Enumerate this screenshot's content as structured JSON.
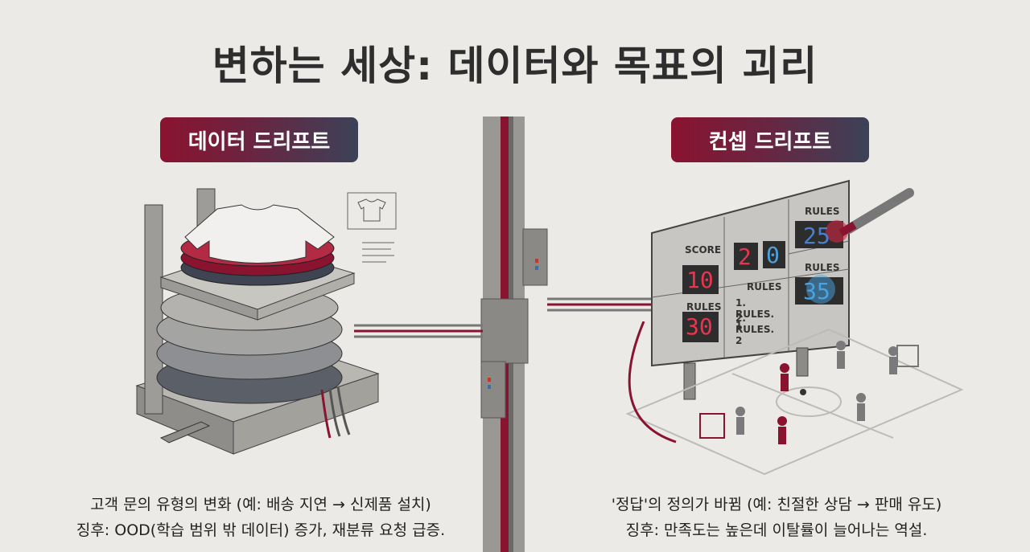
{
  "title": "변하는 세상: 데이터와 목표의 괴리",
  "left": {
    "badge": "데이터 드리프트",
    "caption_line1": "고객 문의 유형의 변화 (예: 배송 지연 → 신제품 설치)",
    "caption_line2": "징후: OOD(학습 범위 밖 데이터) 증가, 재분류 요청 급증."
  },
  "right": {
    "badge": "컨셉 드리프트",
    "caption_line1": "'정답'의 정의가 바뀜 (예: 친절한 상담 → 판매 유도)",
    "caption_line2": "징후: 만족도는 높은데 이탈률이 늘어나는 역설.",
    "scoreboard": {
      "score_label": "SCORE",
      "score_value": "10",
      "match_left": "2",
      "match_right": "0",
      "rules_label_top": "RULES",
      "rules_value_top": "25",
      "rules_label_mid": "RULES",
      "rules_list_1": "1. RULES. 1",
      "rules_list_2": "2. RULES. 2",
      "rules_label_bottom_left": "RULES",
      "rules_value_bottom_left": "30",
      "rules_label_bottom_right": "RULES",
      "rules_value_bottom_right": "35"
    }
  },
  "colors": {
    "accent_red": "#8a1330",
    "accent_blue": "#3b4258",
    "background": "#eceae6"
  }
}
